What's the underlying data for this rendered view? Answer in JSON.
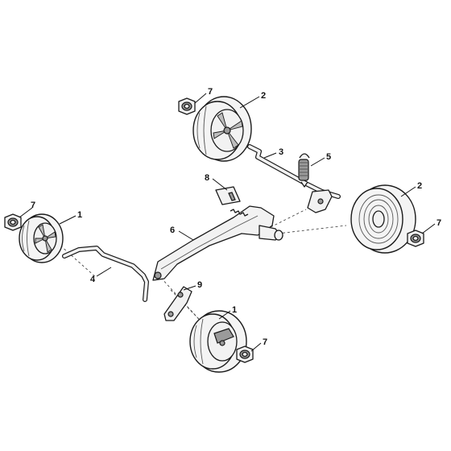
{
  "callouts": {
    "wheel_front_left": "1",
    "wheel_bottom": "1",
    "wheel_top": "2",
    "wheel_right": "2",
    "axle_rear": "3",
    "axle_front": "4",
    "spring": "5",
    "lever_frame": "6",
    "hubcap_top": "7",
    "hubcap_left": "7",
    "hubcap_right": "7",
    "hubcap_bottom": "7",
    "clip": "8",
    "bracket": "9"
  }
}
